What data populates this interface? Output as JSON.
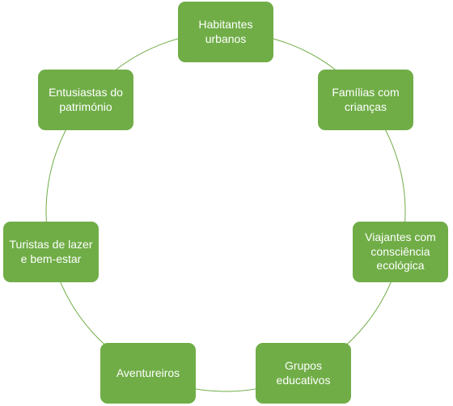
{
  "diagram": {
    "type": "cycle",
    "colors": {
      "node_fill": "#70AD47",
      "connector": "#70AD47",
      "text": "#FFFFFF",
      "background": "#FFFFFF"
    },
    "nodes": [
      {
        "id": "habitantes-urbanos",
        "label": "Habitantes urbanos"
      },
      {
        "id": "familias-com-criancas",
        "label": "Famílias com crianças"
      },
      {
        "id": "viajantes-consciencia-ecologica",
        "label": "Viajantes com consciência ecológica"
      },
      {
        "id": "grupos-educativos",
        "label": "Grupos educativos"
      },
      {
        "id": "aventureiros",
        "label": "Aventureiros"
      },
      {
        "id": "turistas-lazer-bem-estar",
        "label": "Turistas de lazer e bem-estar"
      },
      {
        "id": "entusiastas-patrimonio",
        "label": "Entusiastas do património"
      }
    ]
  }
}
